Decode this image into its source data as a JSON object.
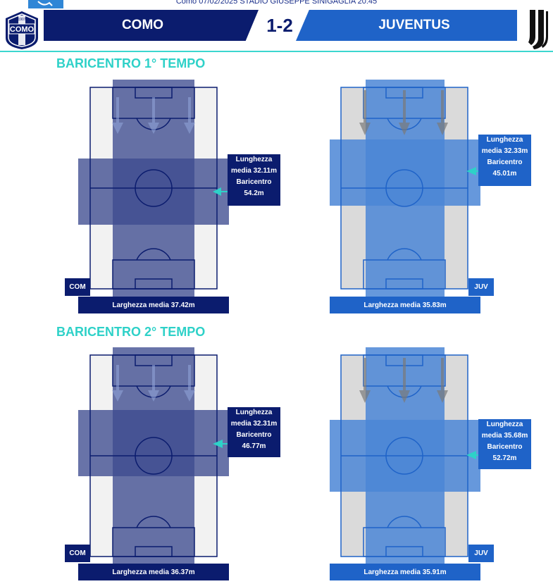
{
  "match": {
    "info_line": "Como 07/02/2025 STADIO GIUSEPPE SINIGAGLIA 20:45",
    "home_team": "COMO",
    "away_team": "JUVENTUS",
    "score": "1-2",
    "home_logo_text": "COMO",
    "home_logo_year": "1907"
  },
  "colors": {
    "home_dark": "#0b1c6e",
    "away_blue": "#1f63c8",
    "accent_cyan": "#2ed1c8"
  },
  "sections": [
    {
      "title": "BARICENTRO 1° TEMPO",
      "home": {
        "team_tag": "COM",
        "length_label": "Lunghezza",
        "length_value": "media 32.11m",
        "centroid_label": "Baricentro",
        "centroid_value": "54.2m",
        "width_text": "Larghezza media 37.42m"
      },
      "away": {
        "team_tag": "JUV",
        "length_label": "Lunghezza",
        "length_value": "media 32.33m",
        "centroid_label": "Baricentro",
        "centroid_value": "45.01m",
        "width_text": "Larghezza media 35.83m"
      }
    },
    {
      "title": "BARICENTRO 2° TEMPO",
      "home": {
        "team_tag": "COM",
        "length_label": "Lunghezza",
        "length_value": "media 32.31m",
        "centroid_label": "Baricentro",
        "centroid_value": "46.77m",
        "width_text": "Larghezza media 36.37m"
      },
      "away": {
        "team_tag": "JUV",
        "length_label": "Lunghezza",
        "length_value": "media 35.68m",
        "centroid_label": "Baricentro",
        "centroid_value": "52.72m",
        "width_text": "Larghezza media 35.91m"
      }
    }
  ]
}
